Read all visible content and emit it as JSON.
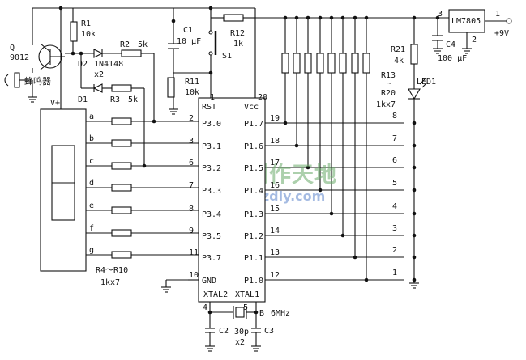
{
  "chip": {
    "pins_left": [
      {
        "num": "1",
        "label": "RST"
      },
      {
        "num": "2",
        "label": "P3.0"
      },
      {
        "num": "3",
        "label": "P3.1"
      },
      {
        "num": "6",
        "label": "P3.2"
      },
      {
        "num": "7",
        "label": "P3.3"
      },
      {
        "num": "8",
        "label": "P3.4"
      },
      {
        "num": "9",
        "label": "P3.5"
      },
      {
        "num": "11",
        "label": "P3.7"
      },
      {
        "num": "10",
        "label": "GND"
      }
    ],
    "pins_right": [
      {
        "num": "20",
        "label": "Vcc"
      },
      {
        "num": "19",
        "label": "P1.7"
      },
      {
        "num": "18",
        "label": "P1.6"
      },
      {
        "num": "17",
        "label": "P1.5"
      },
      {
        "num": "16",
        "label": "P1.4"
      },
      {
        "num": "15",
        "label": "P1.3"
      },
      {
        "num": "14",
        "label": "P1.2"
      },
      {
        "num": "13",
        "label": "P1.1"
      },
      {
        "num": "12",
        "label": "P1.0"
      }
    ],
    "xtal2_label": "XTAL2",
    "xtal1_label": "XTAL1",
    "xtal2_pin": "4",
    "xtal1_pin": "5"
  },
  "components": {
    "q": "Q",
    "q_part": "9012",
    "buzzer": "蜂鸣器",
    "r1": "R1",
    "r1_val": "10k",
    "d2": "D2",
    "d_part": "1N4148",
    "d_count": "x2",
    "d1": "D1",
    "r2": "R2",
    "r2_val": "5k",
    "r3": "R3",
    "r3_val": "5k",
    "c1": "C1",
    "c1_val": "10 μF",
    "r12": "R12",
    "r12_val": "1k",
    "s1": "S1",
    "r11": "R11",
    "r11_val": "10k",
    "r21": "R21",
    "r21_val": "4k",
    "c4": "C4",
    "c4_val": "100 μF",
    "reg": "LM7805",
    "reg_in": "3",
    "reg_out": "1",
    "reg_gnd": "2",
    "vin": "+9V",
    "led1": "LED1",
    "r13": "R13",
    "tilde": "~",
    "r20": "R20",
    "r13_val": "1kx7",
    "vplus": "V+",
    "seg_letters": [
      "a",
      "b",
      "c",
      "d",
      "e",
      "f",
      "g"
    ],
    "r4": "R4～R10",
    "r4_val": "1kx7",
    "xtal": "B",
    "xtal_freq": "6MHz",
    "c2": "C2",
    "c3": "C3",
    "c_val": "30p",
    "c_count": "x2",
    "keys": [
      "8",
      "7",
      "6",
      "5",
      "4",
      "3",
      "2",
      "1"
    ]
  },
  "watermark": {
    "line1": "电子制作天地",
    "line2": "www.dzdiy.com"
  }
}
